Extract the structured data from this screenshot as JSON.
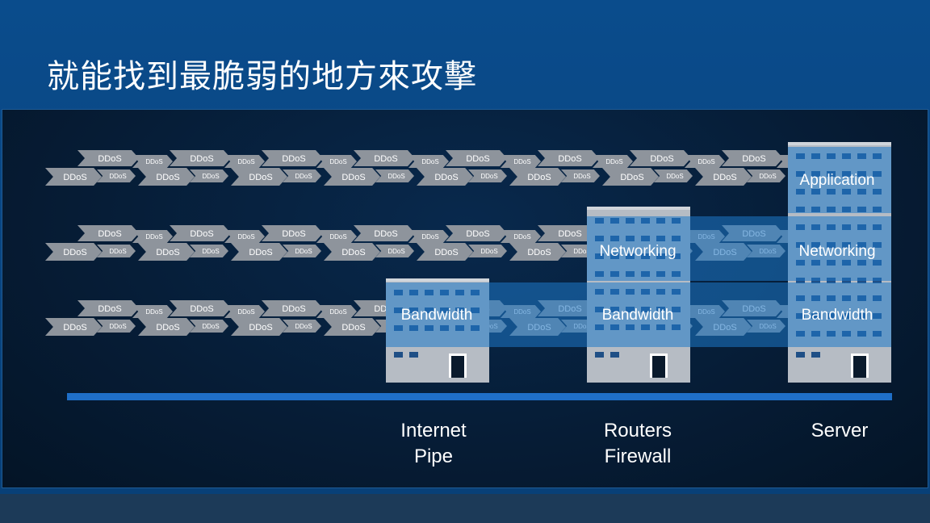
{
  "slide": {
    "title": "就能找到最脆弱的地方來攻擊"
  },
  "ddos_label": "DDoS",
  "colors": {
    "background_top": "#0a4c8c",
    "stage": "#061c35",
    "arrow_fill": "#8e949c",
    "building": "#b6bcc4",
    "highlight": "#1e78c8",
    "baseline": "#1f6fc8"
  },
  "layers": {
    "application": "Application",
    "networking_mid": "Networking",
    "networking_right": "Networking",
    "bandwidth_left": "Bandwidth",
    "bandwidth_mid": "Bandwidth",
    "bandwidth_right": "Bandwidth"
  },
  "captions": {
    "internet": [
      "Internet",
      "Pipe"
    ],
    "routers": [
      "Routers",
      "Firewall"
    ],
    "server": [
      "Server"
    ]
  }
}
